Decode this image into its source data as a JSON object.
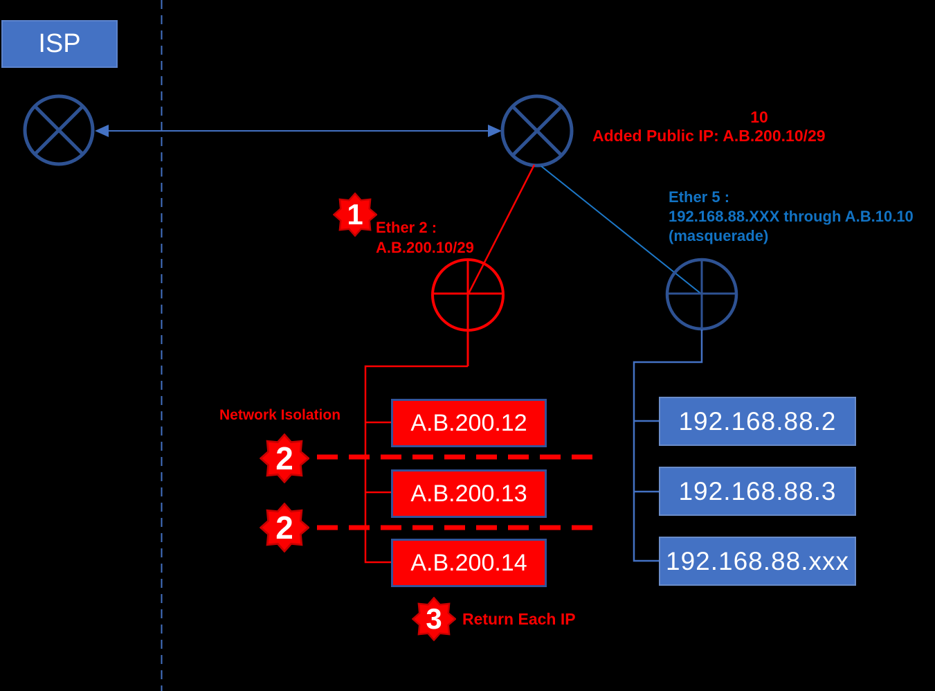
{
  "colors": {
    "background": "#000000",
    "accent_blue": "#4472C4",
    "dark_navy": "#2E5293",
    "bright_blue": "#1273C4",
    "red": "#FE0000"
  },
  "isp": {
    "label": "ISP"
  },
  "router_note": {
    "line1": "10",
    "line2": "Added Public IP: A.B.200.10/29"
  },
  "ether2": {
    "line1": "Ether 2 :",
    "line2": "A.B.200.10/29"
  },
  "ether5": {
    "line1": "Ether 5 :",
    "line2": "192.168.88.XXX through A.B.10.10",
    "line3": "(masquerade)"
  },
  "labels": {
    "network_isolation": "Network Isolation",
    "return_each_ip": "Return Each IP"
  },
  "badges": {
    "step1": "1",
    "step2a": "2",
    "step2b": "2",
    "step3": "3"
  },
  "public_ip_boxes": [
    "A.B.200.12",
    "A.B.200.13",
    "A.B.200.14"
  ],
  "private_ip_boxes": [
    "192.168.88.2",
    "192.168.88.3",
    "192.168.88.xxx"
  ]
}
